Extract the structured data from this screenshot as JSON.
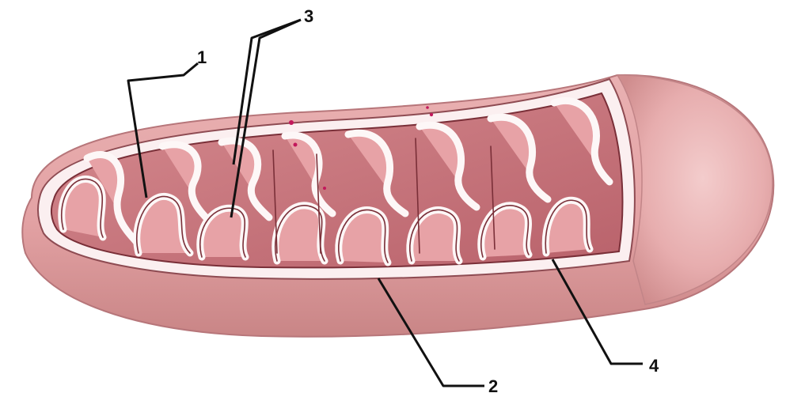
{
  "labels": [
    {
      "id": "label-1",
      "text": "1"
    },
    {
      "id": "label-2",
      "text": "2"
    },
    {
      "id": "label-3",
      "text": "3"
    },
    {
      "id": "label-4",
      "text": "4"
    }
  ],
  "colors": {
    "outer_membrane": "#e5a7a8",
    "outer_membrane_light": "#f1c7c7",
    "outer_membrane_shadow": "#c98586",
    "rim": "#fbeff0",
    "matrix": "#c9747a",
    "matrix_dark": "#9e4a55",
    "crista_fill": "#d88b90",
    "crista_outline": "#7a2f38",
    "membrane_white": "#fdf7f7",
    "leader": "#111111",
    "highlight_dot": "#c2185b"
  }
}
